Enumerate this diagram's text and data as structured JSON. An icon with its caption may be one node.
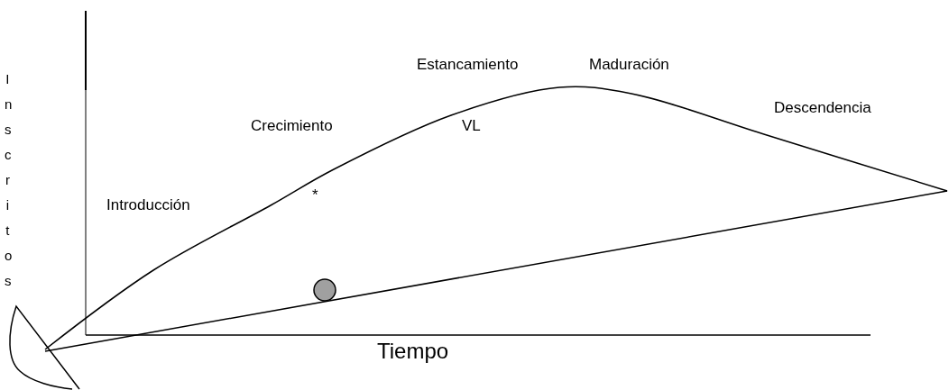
{
  "diagram": {
    "labels": [
      "Estancamiento",
      "Maduración",
      "Descendencia",
      "Crecimiento",
      "VL",
      "Introducción",
      "*",
      "Inscritos",
      "Tiempo"
    ]
  }
}
